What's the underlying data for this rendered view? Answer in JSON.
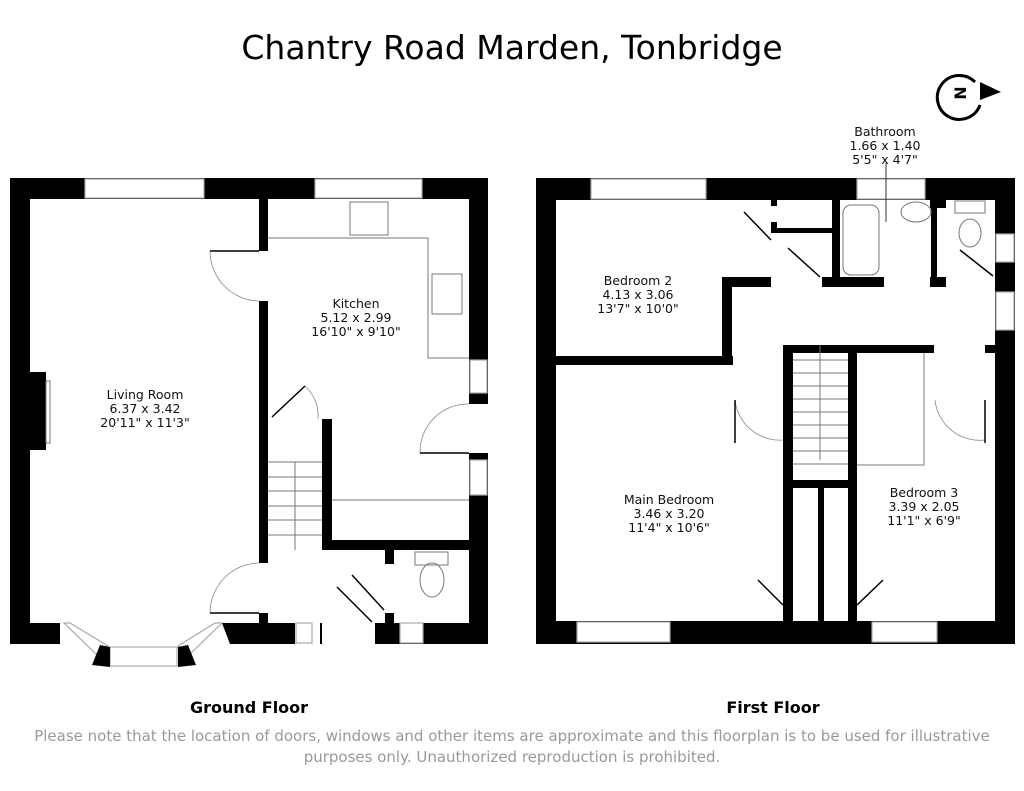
{
  "title": "Chantry Road Marden, Tonbridge",
  "compass": {
    "label": "N",
    "icon": "north-arrow-icon"
  },
  "ground_floor": {
    "label": "Ground Floor",
    "rooms": [
      {
        "name": "Living Room",
        "metric": "6.37 x 3.42",
        "imperial": "20'11\" x 11'3\""
      },
      {
        "name": "Kitchen",
        "metric": "5.12 x 2.99",
        "imperial": "16'10\" x 9'10\""
      }
    ]
  },
  "first_floor": {
    "label": "First Floor",
    "rooms": [
      {
        "name": "Bathroom",
        "metric": "1.66 x 1.40",
        "imperial": "5'5\" x 4'7\""
      },
      {
        "name": "Bedroom 2",
        "metric": "4.13 x 3.06",
        "imperial": "13'7\" x 10'0\""
      },
      {
        "name": "Main Bedroom",
        "metric": "3.46 x 3.20",
        "imperial": "11'4\" x 10'6\""
      },
      {
        "name": "Bedroom 3",
        "metric": "3.39 x 2.05",
        "imperial": "11'1\" x 6'9\""
      }
    ]
  },
  "disclaimer": {
    "line1": "Please note that the location of doors, windows and other items are approximate and this floorplan is to be used for illustrative",
    "line2": "purposes only. Unauthorized reproduction is prohibited."
  }
}
